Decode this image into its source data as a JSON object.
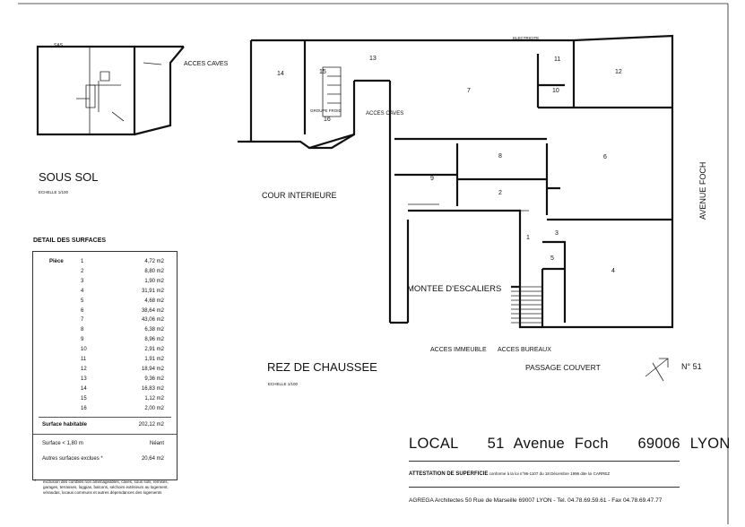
{
  "sous_sol": {
    "title": "SOUS SOL",
    "scale": "ECHELLE 1/100",
    "sas": "SAS",
    "acces_caves": "ACCES CAVES"
  },
  "rdc": {
    "title": "REZ DE CHAUSSEE",
    "scale": "ECHELLE 1/100",
    "cour": "COUR INTERIEURE",
    "montee": "MONTEE D'ESCALIERS",
    "acces_immeuble": "ACCES IMMEUBLE",
    "acces_bureaux": "ACCES BUREAUX",
    "passage": "PASSAGE COUVERT",
    "numero": "N° 51",
    "avenue": "AVENUE FOCH",
    "electricite": "ELECTRICITE",
    "groupe_froid": "GROUPE FROID",
    "acces_caves": "ACCES CAVES",
    "rooms": [
      "1",
      "2",
      "3",
      "4",
      "5",
      "6",
      "7",
      "8",
      "9",
      "10",
      "11",
      "12",
      "13",
      "14",
      "15",
      "16"
    ]
  },
  "surfaces": {
    "heading": "DETAIL DES SURFACES",
    "piece_label": "Pièce",
    "rows": [
      [
        "1",
        "4,72 m2"
      ],
      [
        "2",
        "8,80 m2"
      ],
      [
        "3",
        "1,90 m2"
      ],
      [
        "4",
        "31,91 m2"
      ],
      [
        "5",
        "4,68 m2"
      ],
      [
        "6",
        "38,64 m2"
      ],
      [
        "7",
        "43,06 m2"
      ],
      [
        "8",
        "6,38 m2"
      ],
      [
        "9",
        "8,96 m2"
      ],
      [
        "10",
        "2,91 m2"
      ],
      [
        "11",
        "1,91 m2"
      ],
      [
        "12",
        "18,94 m2"
      ],
      [
        "13",
        "9,36 m2"
      ],
      [
        "14",
        "16,83 m2"
      ],
      [
        "15",
        "1,12 m2"
      ],
      [
        "16",
        "2,00 m2"
      ]
    ],
    "habitable_label": "Surface habitable",
    "habitable_value": "202,12 m2",
    "low_label": "Surface < 1,80 m",
    "low_value": "Néant",
    "other_label": "Autres surfaces exclues *",
    "other_value": "20,64 m2",
    "footnote_mark": "*",
    "footnote": "exclusion des combles non aménageables, caves, sous sols, remises, garages, terrasses, loggias, balcons, séchoirs extérieurs au logement, vérandas, locaux communs et autres dépendances des logements"
  },
  "cartouche": {
    "title": "LOCAL   51 Avenue Foch   69006 LYON",
    "attestation_bold": "ATTESTATION DE SUPERFICIE",
    "attestation_rest": " conforme à la loi n°96-1107 du 18 Décembre 1996 dite loi CARREZ",
    "agrega": "AGREGA Architectes  50 Rue de Marseille 69007 LYON - Tel. 04.78.69.59.61 - Fax 04.78.69.47.77"
  }
}
